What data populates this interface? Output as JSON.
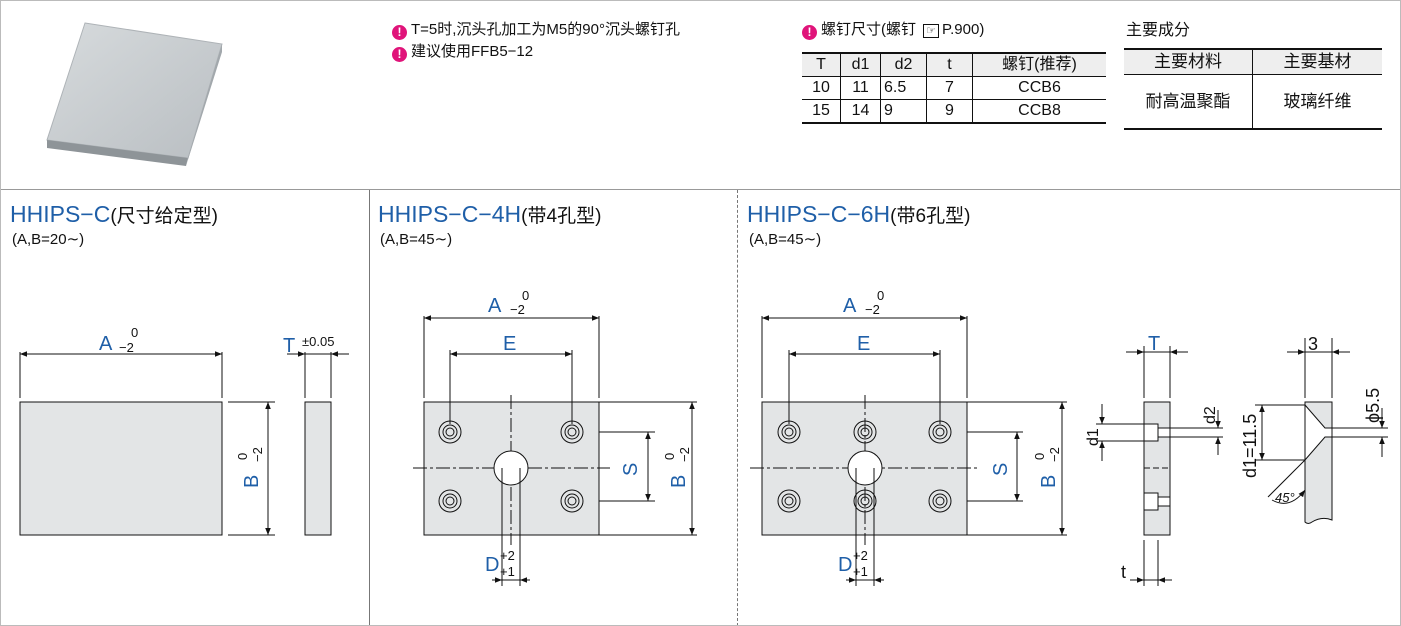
{
  "notes": [
    "T=5时,沉头孔加工为M5的90°沉头螺钉孔",
    "建议使用FFB5−12"
  ],
  "screw_table": {
    "title": "螺钉尺寸(螺钉",
    "ref": "P.900)",
    "headers": [
      "T",
      "d1",
      "d2",
      "t",
      "螺钉(推荐)"
    ],
    "rows": [
      [
        "10",
        "11",
        "6.5",
        "7",
        "CCB6"
      ],
      [
        "15",
        "14",
        "9",
        "9",
        "CCB8"
      ]
    ]
  },
  "material": {
    "title": "主要成分",
    "headers": [
      "主要材料",
      "主要基材"
    ],
    "values": [
      "耐高温聚酯",
      "玻璃纤维"
    ]
  },
  "sections": [
    {
      "code": "HHIPS−C",
      "name": "(尺寸给定型)",
      "sub": "(A,B=20∼)"
    },
    {
      "code": "HHIPS−C−4H",
      "name": "(带4孔型)",
      "sub": "(A,B=45∼)"
    },
    {
      "code": "HHIPS−C−6H",
      "name": "(带6孔型)",
      "sub": "(A,B=45∼)"
    }
  ],
  "dims": {
    "A": "A",
    "B": "B",
    "E": "E",
    "S": "S",
    "D": "D",
    "T": "T",
    "t": "t",
    "tol_0": "0",
    "tol_m2": "−2",
    "tol_p2": "+2",
    "tol_p1": "+1",
    "T_tol": "±0.05",
    "three": "3",
    "phi": "ϕ5.5",
    "d1": "d1",
    "d2": "d2",
    "d1_val": "d1=11.5",
    "angle": "45°"
  },
  "colors": {
    "accent": "#1f5fa8",
    "warn": "#e0147a",
    "line": "#111111",
    "plate": "#c9cdd0"
  }
}
